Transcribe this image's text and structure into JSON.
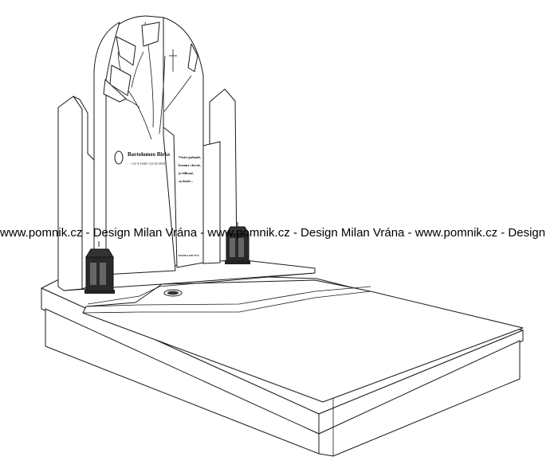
{
  "colors": {
    "background": "#ffffff",
    "line": "#1a1a1a",
    "lantern": "#2a2a2a"
  },
  "inscription": {
    "name": "Bartolomeo Birks",
    "dates": "• 21-5-1940 • 24-10-2010",
    "verse_lines": [
      "Všetci pohnali,",
      "hranný clovuž,",
      "je žilkoné,",
      "sa doslé..."
    ],
    "footer": "RODINA SMUTNÁ"
  },
  "watermark": {
    "text": "www.pomnik.cz - Design Milan Vrána - www.pomnik.cz - Design Milan Vrána - www.pomnik.cz - Design"
  }
}
